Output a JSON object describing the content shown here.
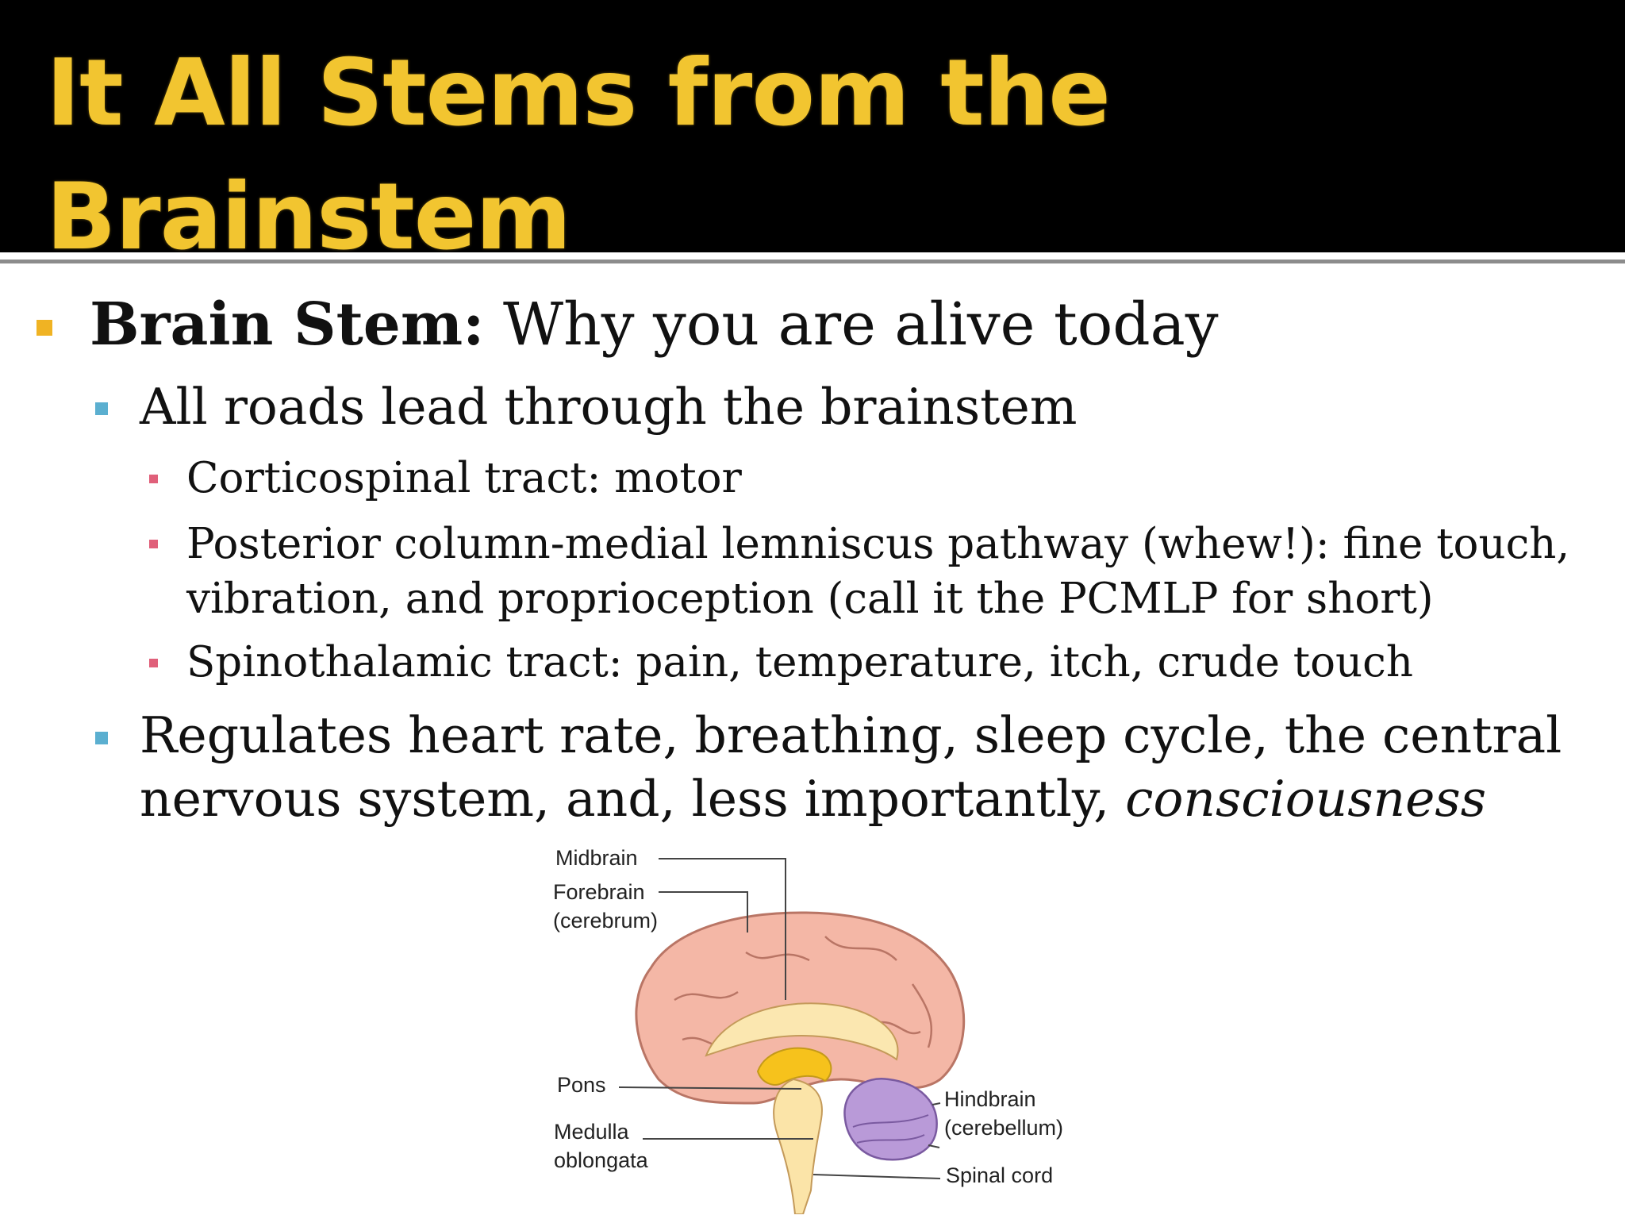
{
  "slide": {
    "title_line1": "It All Stems from the",
    "title_line2": "Brainstem",
    "colors": {
      "title": "#f2c530",
      "title_bg": "#000000",
      "bullet_level1": "#f0b323",
      "bullet_level2": "#5bafd0",
      "bullet_level3": "#e0607a"
    }
  },
  "bullets": {
    "b1": {
      "bold": "Brain Stem:",
      "text": " Why you are alive today"
    },
    "b1_1": {
      "text": "All roads lead through the brainstem"
    },
    "b1_1_1": {
      "text": "Corticospinal tract: motor"
    },
    "b1_1_2": {
      "line1": "Posterior column-medial lemniscus pathway (whew!): fine touch,",
      "line2": "vibration, and proprioception (call it the PCMLP for short)"
    },
    "b1_1_3": {
      "text": "Spinothalamic tract: pain, temperature, itch, crude touch"
    },
    "b1_2": {
      "line1": "Regulates heart rate, breathing, sleep cycle, the central",
      "line2_plain": "nervous system, and, less importantly, ",
      "line2_italic": "consciousness"
    }
  },
  "figure": {
    "labels": {
      "midbrain": "Midbrain",
      "forebrain": "Forebrain",
      "cerebrum": "(cerebrum)",
      "pons": "Pons",
      "medulla": "Medulla",
      "oblongata": "oblongata",
      "hindbrain": "Hindbrain",
      "cerebellum": "(cerebellum)",
      "spinal_cord": "Spinal cord"
    }
  }
}
